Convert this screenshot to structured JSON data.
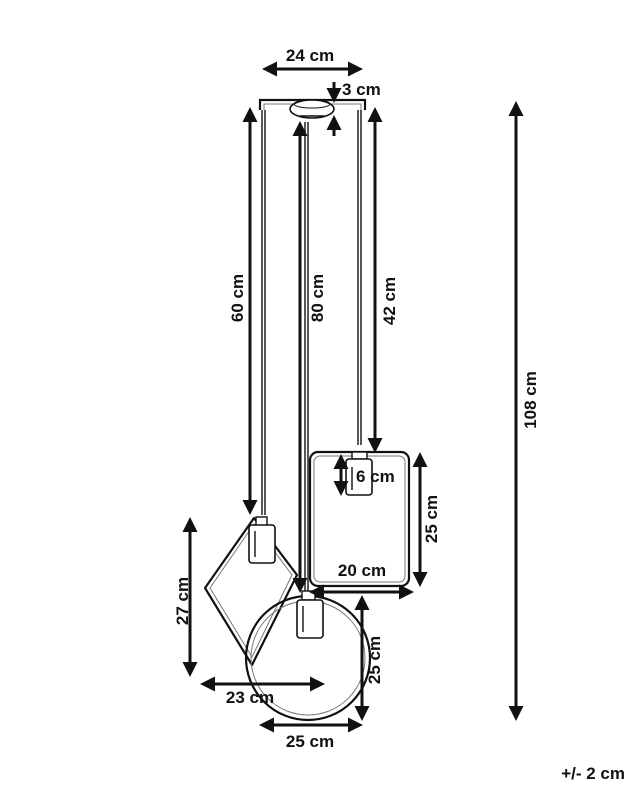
{
  "dimensions": {
    "canopy_width": "24 cm",
    "canopy_height": "3 cm",
    "cable_left": "60 cm",
    "cable_middle": "80 cm",
    "cable_right": "42 cm",
    "total_height": "108 cm",
    "socket_square": "6 cm",
    "square_height": "25 cm",
    "square_width": "20 cm",
    "diamond_height": "27 cm",
    "diamond_width": "23 cm",
    "circle_height": "25 cm",
    "circle_width": "25 cm"
  },
  "tolerance": "+/- 2 cm",
  "colors": {
    "line": "#111111",
    "background": "#ffffff"
  }
}
